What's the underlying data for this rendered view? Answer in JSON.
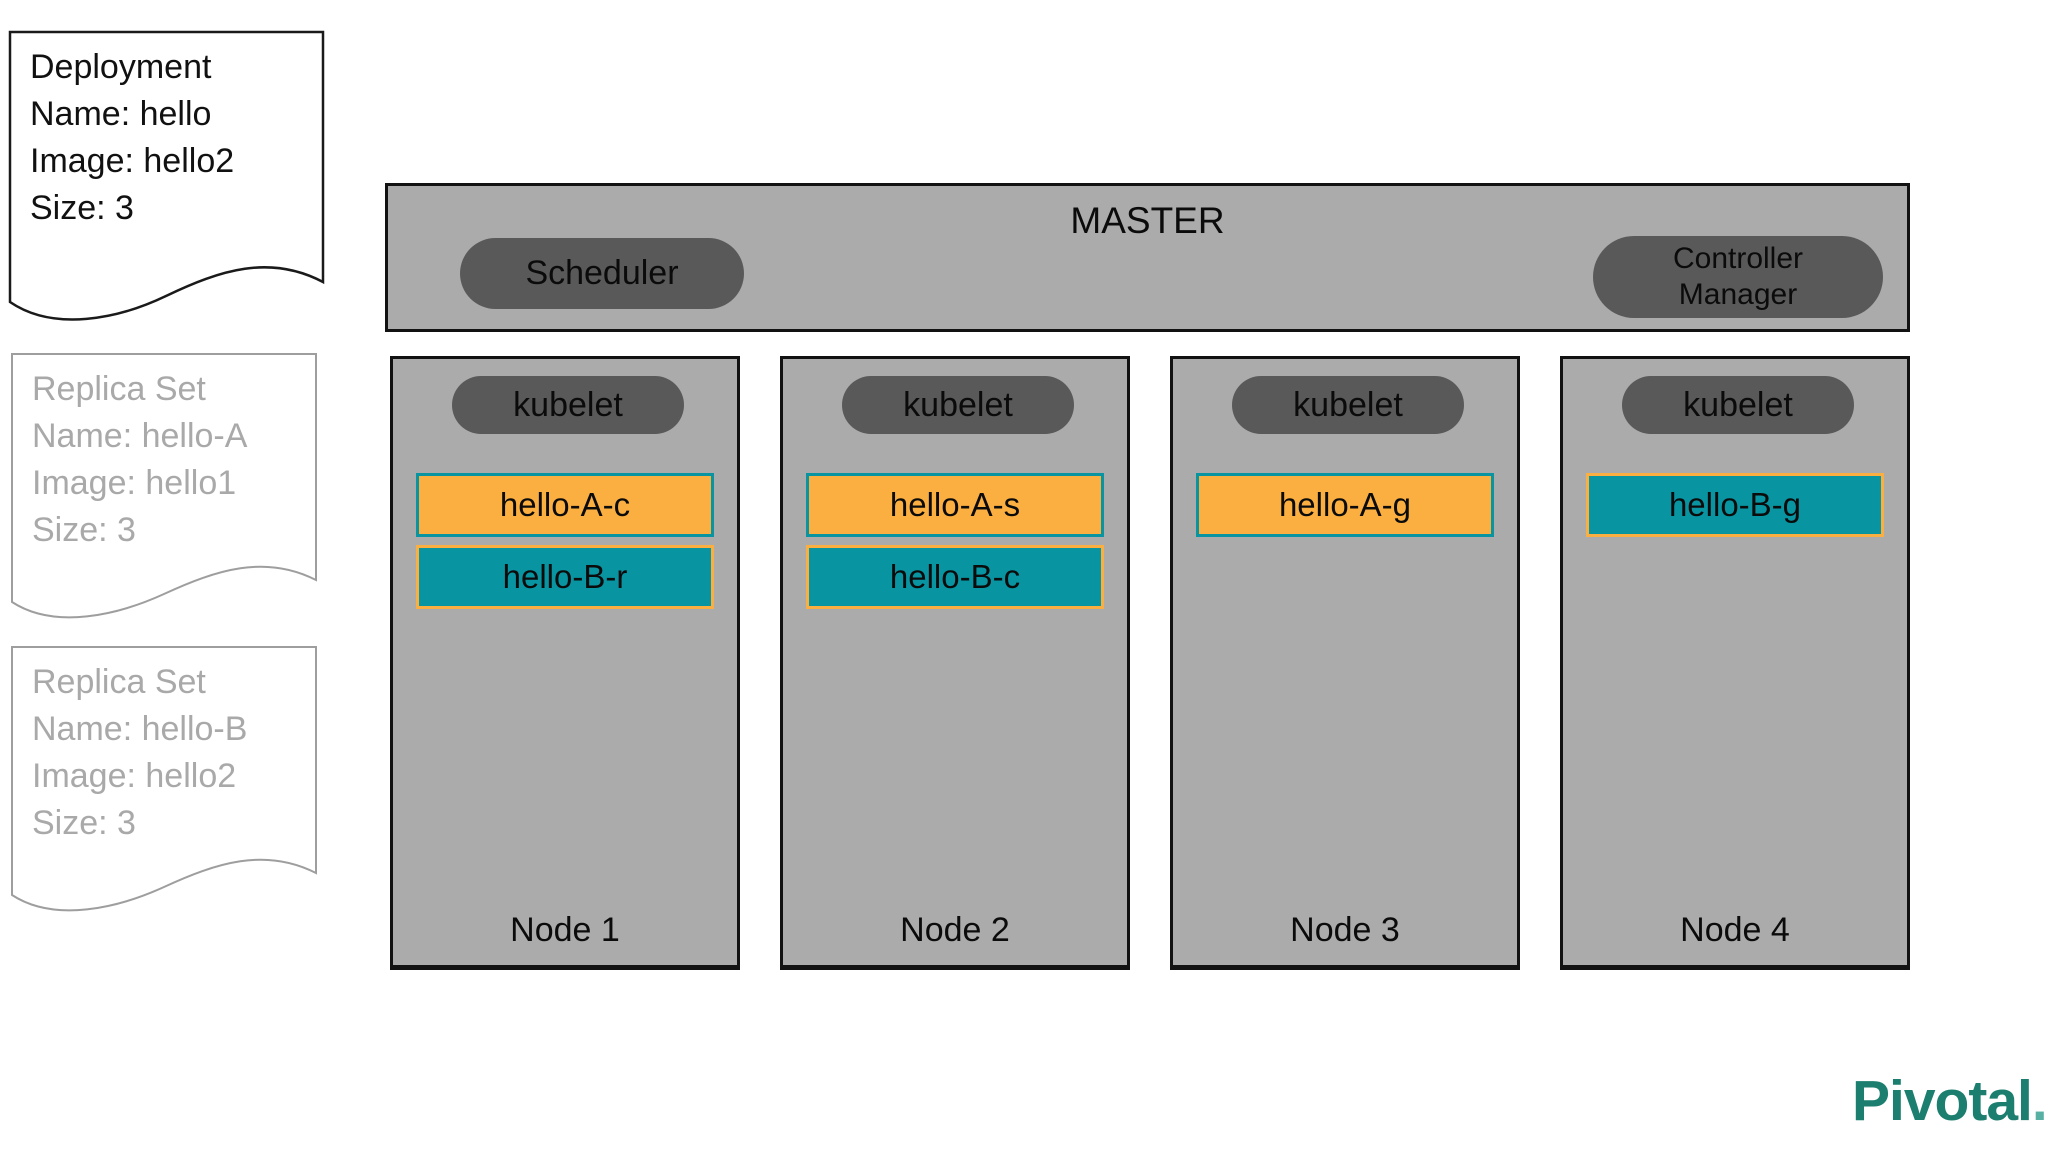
{
  "cards": {
    "deployment": {
      "lines": [
        "Deployment",
        "Name: hello",
        "Image: hello2",
        "Size: 3"
      ]
    },
    "replica_set_a": {
      "lines": [
        "Replica Set",
        "Name: hello-A",
        "Image: hello1",
        "Size: 3"
      ]
    },
    "replica_set_b": {
      "lines": [
        "Replica Set",
        "Name: hello-B",
        "Image: hello2",
        "Size: 3"
      ]
    }
  },
  "master": {
    "title": "MASTER",
    "scheduler": "Scheduler",
    "controller_manager": "Controller\nManager"
  },
  "nodes": [
    {
      "label": "Node 1",
      "kubelet": "kubelet",
      "pods": [
        {
          "label": "hello-A-c",
          "variant": "orange"
        },
        {
          "label": "hello-B-r",
          "variant": "teal"
        }
      ]
    },
    {
      "label": "Node 2",
      "kubelet": "kubelet",
      "pods": [
        {
          "label": "hello-A-s",
          "variant": "orange"
        },
        {
          "label": "hello-B-c",
          "variant": "teal"
        }
      ]
    },
    {
      "label": "Node 3",
      "kubelet": "kubelet",
      "pods": [
        {
          "label": "hello-A-g",
          "variant": "orange"
        }
      ]
    },
    {
      "label": "Node 4",
      "kubelet": "kubelet",
      "pods": [
        {
          "label": "hello-B-g",
          "variant": "teal"
        }
      ]
    }
  ],
  "branding": {
    "logo": "Pivotal",
    "logo_dot": "."
  },
  "colors": {
    "panel_gray": "#ababab",
    "pill_gray": "#595959",
    "pod_orange": "#fbaf41",
    "pod_teal": "#0894a1",
    "muted_text": "#a9a9a9",
    "muted_border": "#9e9e9e",
    "logo_green": "#1b7e6e",
    "logo_dot": "#58b0a5"
  }
}
